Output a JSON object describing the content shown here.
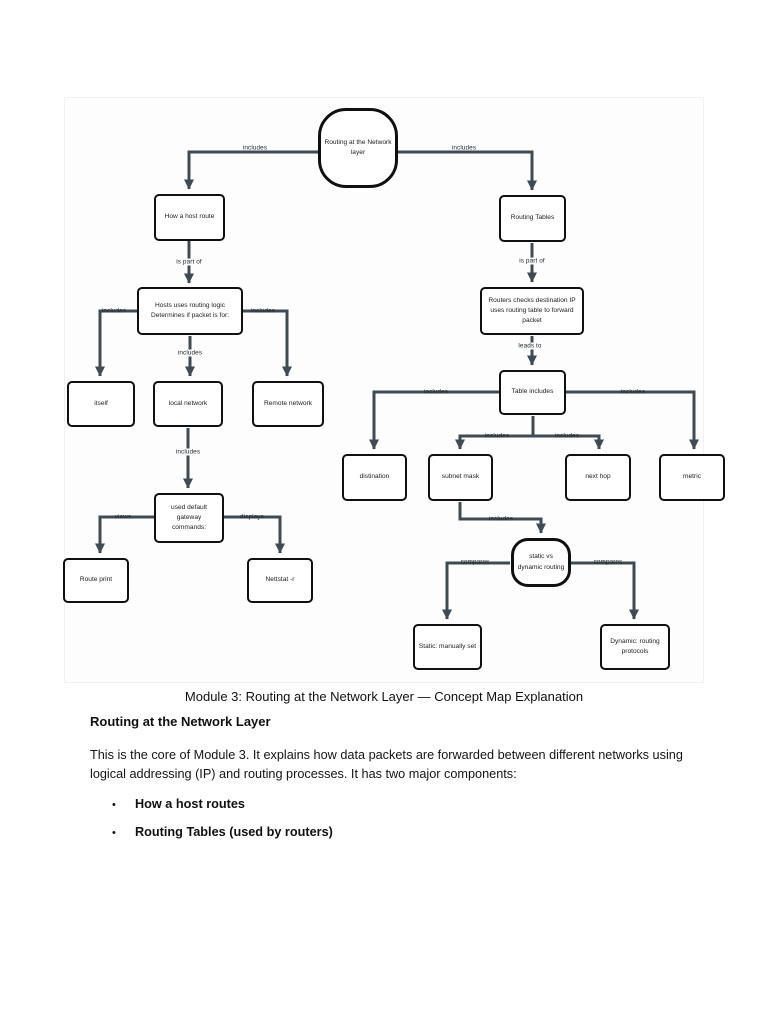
{
  "document": {
    "caption": "Module 3: Routing at the Network Layer — Concept Map Explanation",
    "heading": "Routing at the Network Layer",
    "body": "This is the core of Module 3. It explains how data packets are forwarded between different networks using logical addressing (IP) and routing processes. It has two major components:",
    "bullet_glyph": "•",
    "bullets": [
      "How a host routes",
      "Routing Tables (used by routers)"
    ]
  },
  "diagram": {
    "colors": {
      "edge": "#3e4a54",
      "node_border": "#101010",
      "text": "#1c1c1c"
    },
    "nodes": {
      "root": "Routing at the Network layer",
      "how_a_host_route": "How a host route",
      "hosts_logic": "Hosts uses routing logic Determines if packet is for:",
      "itself": "itself",
      "local_network": "local network",
      "remote_network": "Remote network",
      "used_default_gateway": "used default gateway commands:",
      "route_print": "Route print",
      "nettstat": "Nettstat -r",
      "routing_tables": "Routing Tables",
      "routers_checks": "Routers checks destination IP uses routing table to forward packet",
      "table_includes": "Table includes",
      "distination": "distination",
      "subnet_mask": "subnet mask",
      "next_hop": "next hop",
      "metric": "metric",
      "static_vs_dynamic": "static vs dynamic routing",
      "static_manual": "Static: manually set",
      "dynamic_routing": "Dynamic: routing protocols"
    },
    "edge_labels": {
      "includes": "includes",
      "is_part_of": "is part of",
      "leads_to": "leads to",
      "views": "views",
      "displays": "displays",
      "compares": "compares"
    }
  }
}
